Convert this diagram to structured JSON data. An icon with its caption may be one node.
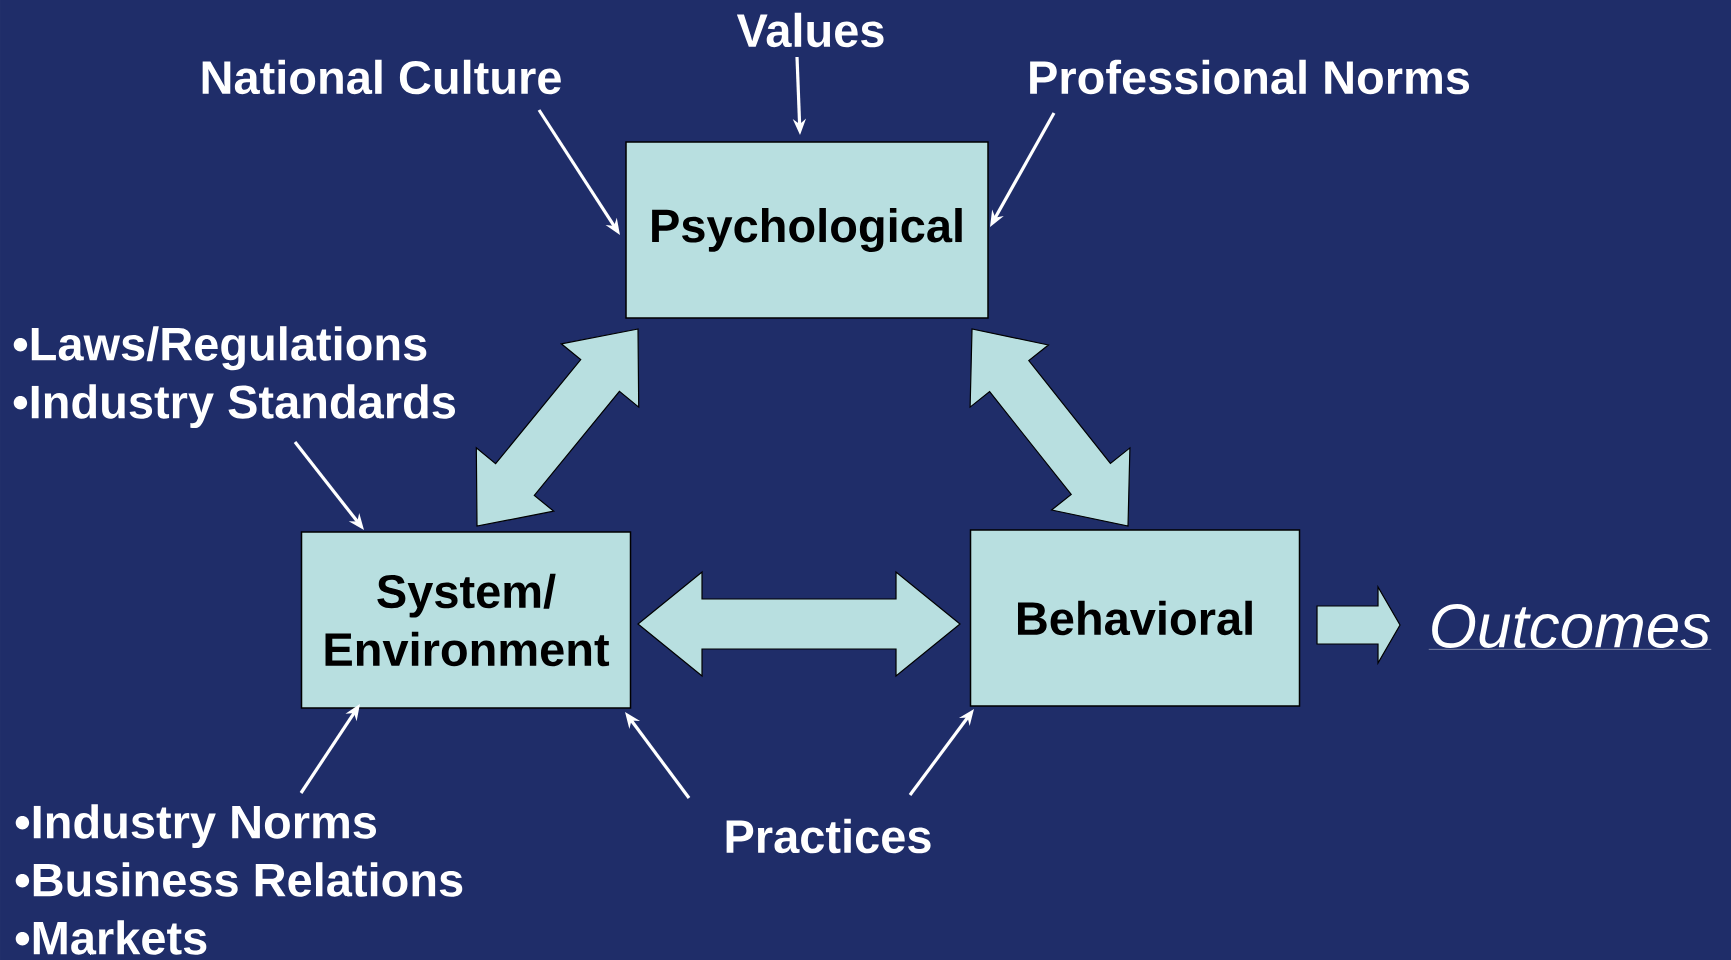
{
  "diagram": {
    "nodes": [
      {
        "text": [
          "National Culture"
        ]
      },
      {
        "text": [
          "Values"
        ]
      },
      {
        "text": [
          "Professional Norms"
        ]
      },
      {
        "text": [
          "Psychological"
        ]
      },
      {
        "text": [
          "•Laws/Regulations",
          "•Industry Standards"
        ]
      },
      {
        "text": [
          "System/ Environment"
        ]
      },
      {
        "text": [
          "Behavioral"
        ]
      },
      {
        "text": [
          "Outcomes"
        ]
      },
      {
        "text": [
          "•Industry Norms",
          "•Business Relations",
          "•Markets"
        ]
      },
      {
        "text": [
          "Practices"
        ]
      }
    ],
    "edges": [
      {
        "from": 0,
        "to": 3,
        "arrow": "to"
      },
      {
        "from": 1,
        "to": 3,
        "arrow": "to"
      },
      {
        "from": 2,
        "to": 3,
        "arrow": "to"
      },
      {
        "from": 3,
        "to": 5,
        "arrow": "both",
        "style": "thick"
      },
      {
        "from": 3,
        "to": 6,
        "arrow": "both",
        "style": "thick"
      },
      {
        "from": 5,
        "to": 6,
        "arrow": "both",
        "style": "thick"
      },
      {
        "from": 4,
        "to": 5,
        "arrow": "to"
      },
      {
        "from": 8,
        "to": 5,
        "arrow": "to"
      },
      {
        "from": 9,
        "to": 5,
        "arrow": "to"
      },
      {
        "from": 9,
        "to": 6,
        "arrow": "to"
      },
      {
        "from": 6,
        "to": 7,
        "arrow": "to",
        "style": "thick"
      }
    ]
  }
}
